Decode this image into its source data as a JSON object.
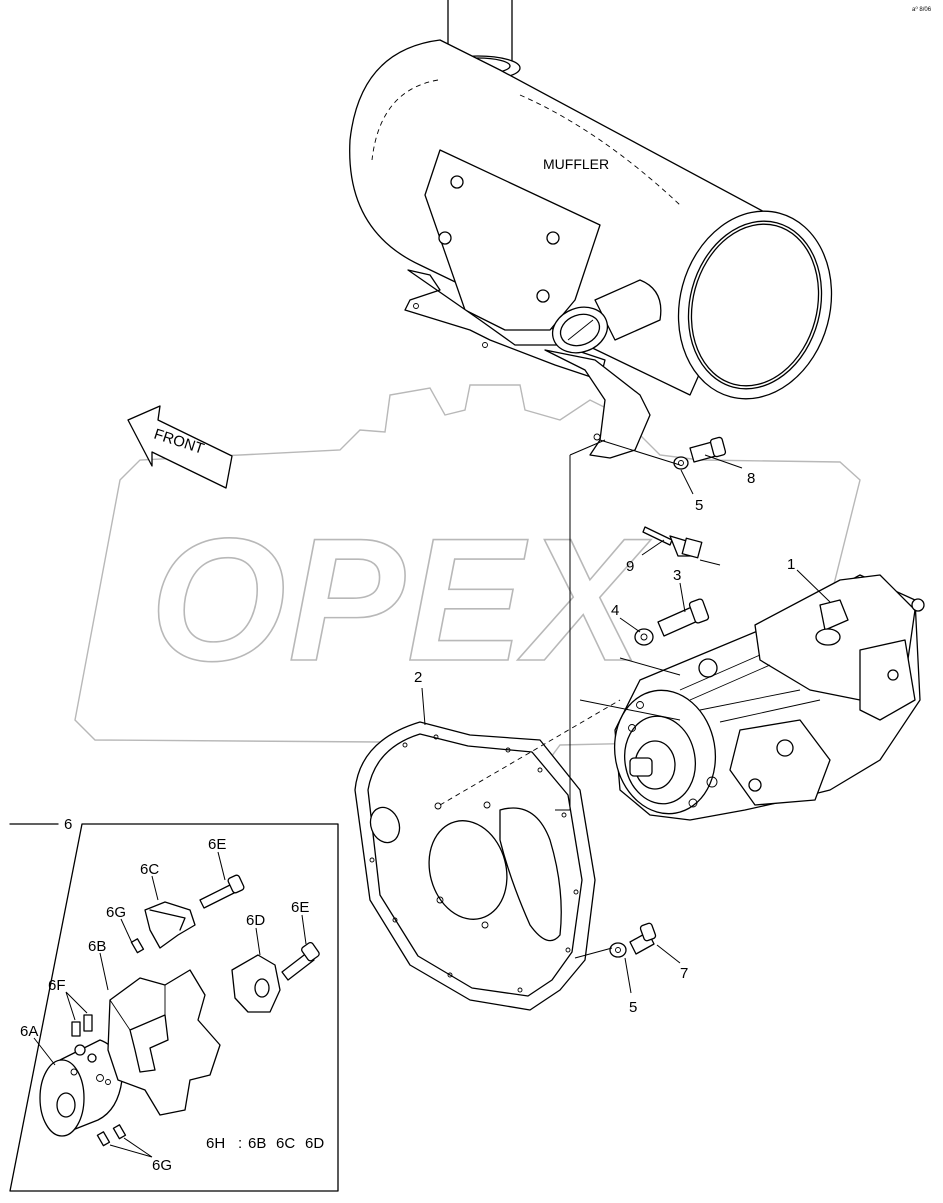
{
  "corner_mark": "a⁰ 8/06",
  "muffler_label": "MUFFLER",
  "front_label": "FRONT",
  "watermark_text": "OPEX",
  "callouts": {
    "c1": "1",
    "c2": "2",
    "c3": "3",
    "c4": "4",
    "c5a": "5",
    "c5b": "5",
    "c6": "6",
    "c7": "7",
    "c8": "8",
    "c9": "9"
  },
  "detail": {
    "c6A": "6A",
    "c6B": "6B",
    "c6C": "6C",
    "c6D": "6D",
    "c6E1": "6E",
    "c6E2": "6E",
    "c6F": "6F",
    "c6G1": "6G",
    "c6G2": "6G",
    "note_h": "6H",
    "note_sep": ":",
    "note_b": "6B",
    "note_c": "6C",
    "note_d": "6D"
  },
  "colors": {
    "ink": "#000000",
    "watermark": "#b8b8b8",
    "background": "#ffffff"
  }
}
